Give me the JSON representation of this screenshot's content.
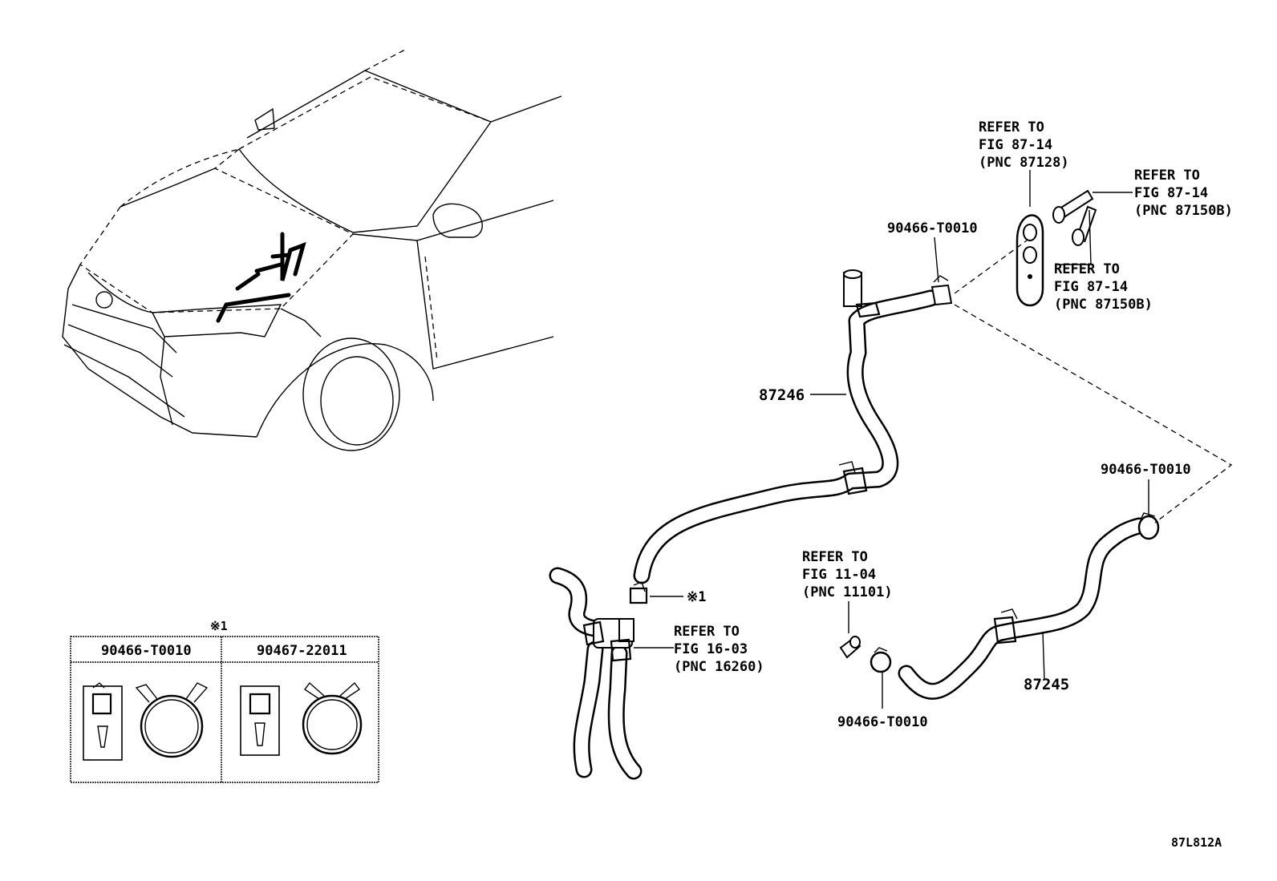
{
  "figure_code": "87L812A",
  "parts": {
    "hose_upper": "87246",
    "hose_lower": "87245"
  },
  "clamps": {
    "clamp_a": "90466-T0010",
    "clamp_b": "90466-T0010",
    "clamp_c": "90466-T0010"
  },
  "references": {
    "ref_heater_top": {
      "line1": "REFER TO",
      "line2": "FIG 87-14",
      "line3": "(PNC 87128)"
    },
    "ref_pipe_a": {
      "line1": "REFER TO",
      "line2": "FIG 87-14",
      "line3": "(PNC 87150B)"
    },
    "ref_pipe_b": {
      "line1": "REFER TO",
      "line2": "FIG 87-14",
      "line3": "(PNC 87150B)"
    },
    "ref_engine": {
      "line1": "REFER TO",
      "line2": "FIG 11-04",
      "line3": "(PNC 11101)"
    },
    "ref_valve": {
      "line1": "REFER TO",
      "line2": "FIG 16-03",
      "line3": "(PNC 16260)"
    }
  },
  "note_mark": "※1",
  "legend": {
    "mark": "※1",
    "col1_header": "90466-T0010",
    "col2_header": "90467-22011"
  }
}
